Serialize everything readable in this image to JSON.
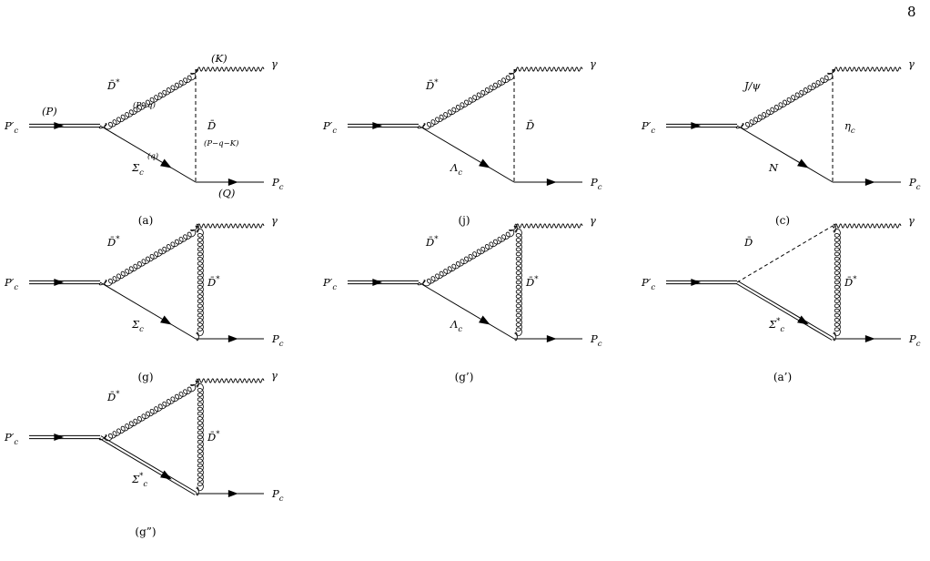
{
  "page_number": "8",
  "diagrams": [
    {
      "caption": "(a)",
      "incoming": "P′c",
      "outgoing": "Pc",
      "photon": "γ",
      "upper_line": {
        "style": "gluon",
        "label": "D̄*"
      },
      "lower_line": {
        "style": "fermion",
        "label": "Σc"
      },
      "vertical_line": {
        "style": "dashed",
        "label": "D̄"
      },
      "momenta": {
        "incoming": "(P)",
        "upper": "(P−q)",
        "lower": "(q)",
        "vertical": "(P−q−K)",
        "photon": "(K)",
        "outgoing": "(Q)"
      }
    },
    {
      "caption": "(j)",
      "incoming": "P′c",
      "outgoing": "Pc",
      "photon": "γ",
      "upper_line": {
        "style": "gluon",
        "label": "D̄*"
      },
      "lower_line": {
        "style": "fermion",
        "label": "Λc"
      },
      "vertical_line": {
        "style": "dashed",
        "label": "D̄"
      }
    },
    {
      "caption": "(c)",
      "incoming": "P′c",
      "outgoing": "Pc",
      "photon": "γ",
      "upper_line": {
        "style": "gluon",
        "label": "J/ψ"
      },
      "lower_line": {
        "style": "fermion",
        "label": "N"
      },
      "vertical_line": {
        "style": "dashed",
        "label": "ηc"
      }
    },
    {
      "caption": "(g)",
      "incoming": "P′c",
      "outgoing": "Pc",
      "photon": "γ",
      "upper_line": {
        "style": "gluon",
        "label": "D̄*"
      },
      "lower_line": {
        "style": "fermion",
        "label": "Σc"
      },
      "vertical_line": {
        "style": "gluon",
        "label": "D̄*"
      }
    },
    {
      "caption": "(g’)",
      "incoming": "P′c",
      "outgoing": "Pc",
      "photon": "γ",
      "upper_line": {
        "style": "gluon",
        "label": "D̄*"
      },
      "lower_line": {
        "style": "fermion",
        "label": "Λc"
      },
      "vertical_line": {
        "style": "gluon",
        "label": "D̄*"
      }
    },
    {
      "caption": "(a’)",
      "incoming": "P′c",
      "outgoing": "Pc",
      "photon": "γ",
      "upper_line": {
        "style": "dashed",
        "label": "D̄"
      },
      "lower_line": {
        "style": "double",
        "label": "Σ*c"
      },
      "vertical_line": {
        "style": "gluon",
        "label": "D̄*"
      }
    },
    {
      "caption": "(g”)",
      "incoming": "P′c",
      "outgoing": "Pc",
      "photon": "γ",
      "upper_line": {
        "style": "gluon",
        "label": "D̄*"
      },
      "lower_line": {
        "style": "double",
        "label": "Σ*c"
      },
      "vertical_line": {
        "style": "gluon",
        "label": "D̄*"
      }
    }
  ]
}
